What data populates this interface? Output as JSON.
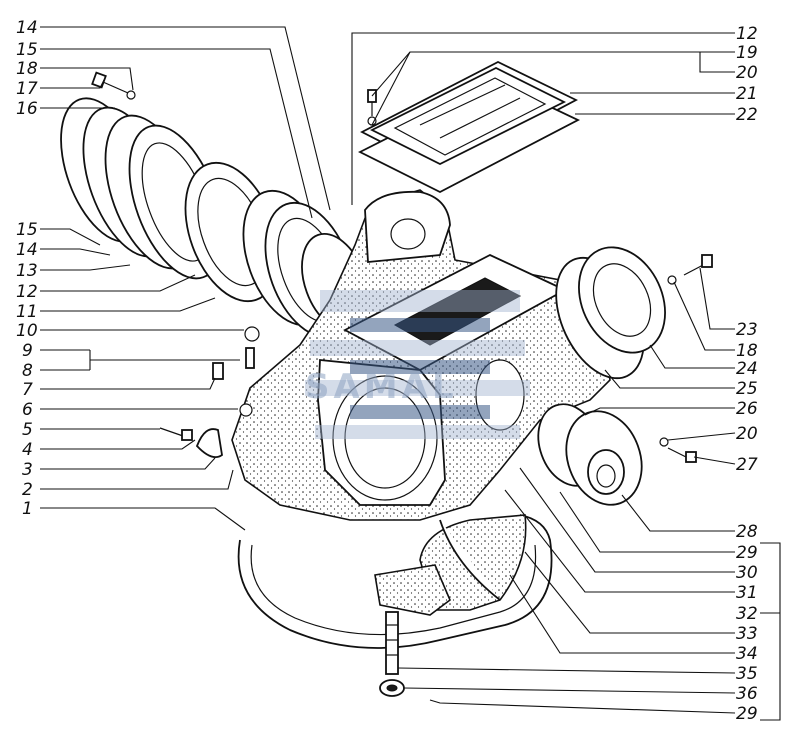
{
  "watermark": {
    "text": "SAMAL"
  },
  "callouts_left": [
    {
      "label": "14"
    },
    {
      "label": "15"
    },
    {
      "label": "18"
    },
    {
      "label": "17"
    },
    {
      "label": "16"
    },
    {
      "label": "15"
    },
    {
      "label": "14"
    },
    {
      "label": "13"
    },
    {
      "label": "12"
    },
    {
      "label": "11"
    },
    {
      "label": "10"
    },
    {
      "label": "9"
    },
    {
      "label": "8"
    },
    {
      "label": "7"
    },
    {
      "label": "6"
    },
    {
      "label": "5"
    },
    {
      "label": "4"
    },
    {
      "label": "3"
    },
    {
      "label": "2"
    },
    {
      "label": "1"
    }
  ],
  "callouts_right": [
    {
      "label": "12"
    },
    {
      "label": "19"
    },
    {
      "label": "20"
    },
    {
      "label": "21"
    },
    {
      "label": "22"
    },
    {
      "label": "23"
    },
    {
      "label": "18"
    },
    {
      "label": "24"
    },
    {
      "label": "25"
    },
    {
      "label": "26"
    },
    {
      "label": "20"
    },
    {
      "label": "27"
    },
    {
      "label": "28"
    },
    {
      "label": "29"
    },
    {
      "label": "30"
    },
    {
      "label": "31"
    },
    {
      "label": "32"
    },
    {
      "label": "33"
    },
    {
      "label": "34"
    },
    {
      "label": "35"
    },
    {
      "label": "36"
    },
    {
      "label": "29"
    }
  ]
}
